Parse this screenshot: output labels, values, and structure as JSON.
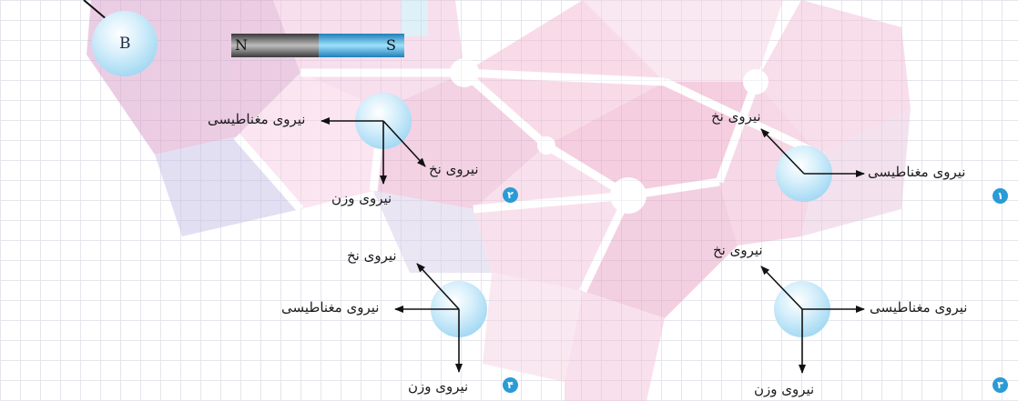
{
  "colors": {
    "grid": "#e4e6ec",
    "sphere": "#aee0f7",
    "badge": "#2a9bd6",
    "magnet_north": "#555555",
    "magnet_south": "#3ab2e6"
  },
  "ball_label": "B",
  "magnet": {
    "north": "N",
    "south": "S"
  },
  "diagrams": [
    {
      "badge": "۱",
      "magnetic_force": "نیروی مغناطیسی",
      "tension": "نیروی نخ"
    },
    {
      "badge": "۲",
      "magnetic_force": "نیروی مغناطیسی",
      "tension": "نیروی نخ",
      "weight": "نیروی وزن"
    },
    {
      "badge": "۳",
      "magnetic_force": "نیروی مغناطیسی",
      "tension": "نیروی نخ",
      "weight": "نیروی وزن"
    },
    {
      "badge": "۴",
      "magnetic_force": "نیروی مغناطیسی",
      "tension": "نیروی نخ",
      "weight": "نیروی وزن"
    }
  ]
}
